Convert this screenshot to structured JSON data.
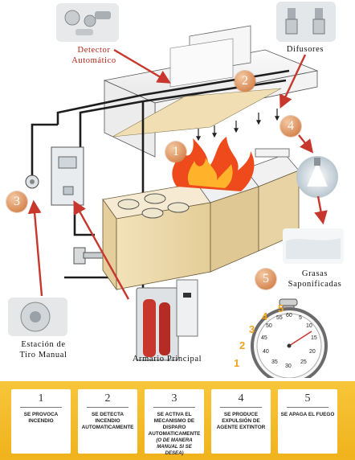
{
  "labels": {
    "detector": [
      "Detector",
      "Automático"
    ],
    "difusores": "Difusores",
    "estacion": [
      "Estación de",
      "Tiro Manual"
    ],
    "armario": "Armario Principal",
    "grasas": [
      "Grasas",
      "Saponificadas"
    ]
  },
  "badges": [
    "1",
    "2",
    "3",
    "4",
    "5"
  ],
  "stopwatch": {
    "sequence": [
      "1",
      "2",
      "3",
      "4",
      "5"
    ],
    "dial": [
      "55",
      "60",
      "5",
      "50",
      "10",
      "45",
      "15",
      "40",
      "20",
      "35",
      "25",
      "30"
    ]
  },
  "steps": [
    {
      "number": "1",
      "text": "SE PROVOCA INCENDIO"
    },
    {
      "number": "2",
      "text": "SE DETECTA INCENDIO AUTOMATICAMENTE"
    },
    {
      "number": "3",
      "text": "SE ACTIVA EL MECANISMO DE DISPARO AUTOMATICAMENTE",
      "note": "(O DE MANERA MANUAL SI SE DESEA)"
    },
    {
      "number": "4",
      "text": "SE PRODUCE EXPULSIÓN DE AGENTE EXTINTOR"
    },
    {
      "number": "5",
      "text": "SE APAGA EL FUEGO"
    }
  ],
  "colors": {
    "arrow": "#c8372d",
    "flame": "#ee4a1c",
    "footer": "#f3b929",
    "badge": "#d9905a"
  }
}
